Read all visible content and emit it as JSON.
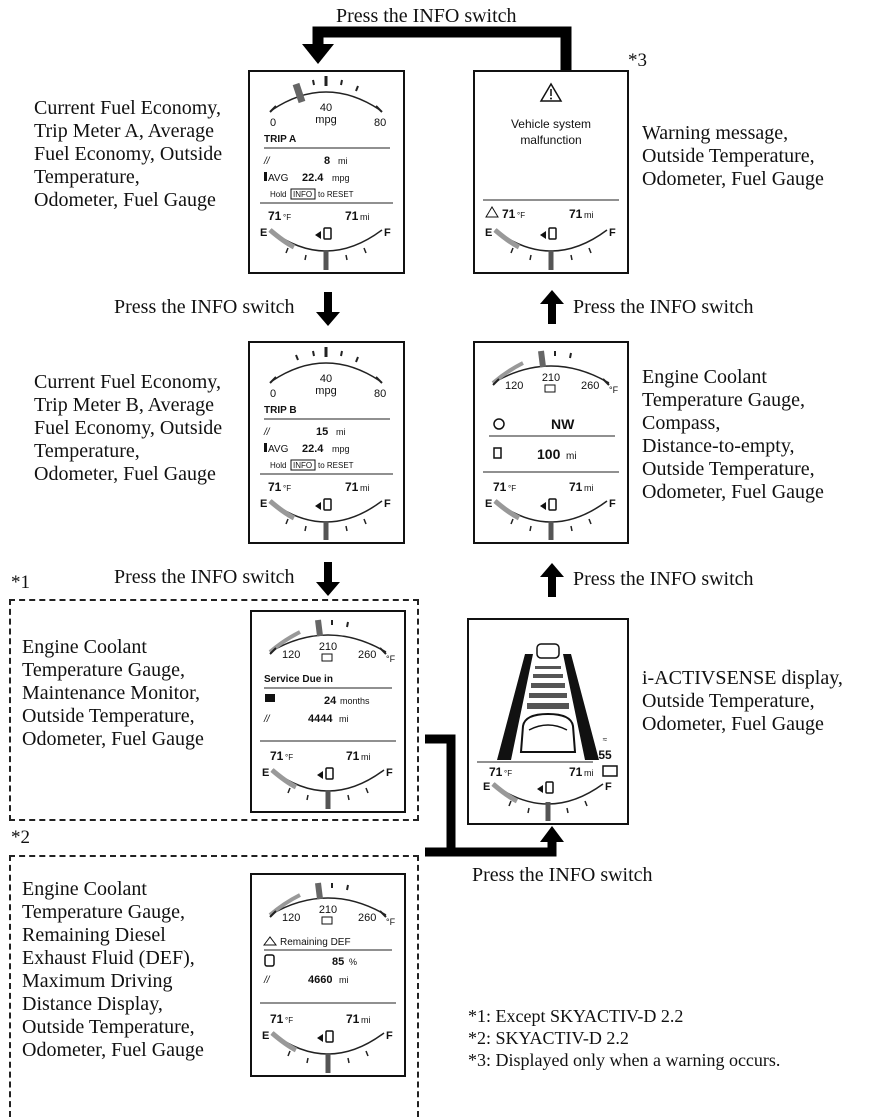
{
  "press_label": "Press the INFO switch",
  "screens": {
    "trip_a": {
      "description": [
        "Current Fuel Economy,",
        "Trip Meter A, Average",
        "Fuel Economy, Outside",
        "Temperature,",
        "Odometer, Fuel Gauge"
      ],
      "gauge": {
        "min": "0",
        "mid": "40",
        "max": "80",
        "unit": "mpg"
      },
      "title": "TRIP A",
      "trip_value": "8",
      "trip_unit": "mi",
      "avg_label": "AVG",
      "avg_value": "22.4",
      "avg_unit": "mpg",
      "reset_hold": "Hold",
      "reset_key": "INFO",
      "reset_to": "to RESET",
      "temp": "71",
      "temp_unit": "°F",
      "odo": "71",
      "odo_unit": "mi",
      "fuel_e": "E",
      "fuel_f": "F"
    },
    "trip_b": {
      "description": [
        "Current Fuel Economy,",
        "Trip Meter B, Average",
        "Fuel Economy, Outside",
        "Temperature,",
        "Odometer, Fuel Gauge"
      ],
      "gauge": {
        "min": "0",
        "mid": "40",
        "max": "80",
        "unit": "mpg"
      },
      "title": "TRIP B",
      "trip_value": "15",
      "trip_unit": "mi",
      "avg_label": "AVG",
      "avg_value": "22.4",
      "avg_unit": "mpg",
      "reset_hold": "Hold",
      "reset_key": "INFO",
      "reset_to": "to RESET",
      "temp": "71",
      "temp_unit": "°F",
      "odo": "71",
      "odo_unit": "mi",
      "fuel_e": "E",
      "fuel_f": "F"
    },
    "maintenance": {
      "note_mark": "*1",
      "description": [
        "Engine Coolant",
        "Temperature Gauge,",
        "Maintenance Monitor,",
        "Outside Temperature,",
        "Odometer, Fuel Gauge"
      ],
      "gauge": {
        "min": "120",
        "mid": "210",
        "max": "260",
        "unit": "°F"
      },
      "title": "Service Due in",
      "row1_value": "24",
      "row1_unit": "months",
      "row2_value": "4444",
      "row2_unit": "mi",
      "temp": "71",
      "temp_unit": "°F",
      "odo": "71",
      "odo_unit": "mi",
      "fuel_e": "E",
      "fuel_f": "F"
    },
    "def": {
      "note_mark": "*2",
      "description": [
        "Engine Coolant",
        "Temperature Gauge,",
        "Remaining Diesel",
        "Exhaust Fluid (DEF),",
        "Maximum Driving",
        "Distance Display,",
        "Outside Temperature,",
        "Odometer, Fuel Gauge"
      ],
      "gauge": {
        "min": "120",
        "mid": "210",
        "max": "260",
        "unit": "°F"
      },
      "title": "Remaining DEF",
      "row1_value": "85",
      "row1_unit": "%",
      "row2_value": "4660",
      "row2_unit": "mi",
      "temp": "71",
      "temp_unit": "°F",
      "odo": "71",
      "odo_unit": "mi",
      "fuel_e": "E",
      "fuel_f": "F"
    },
    "warning": {
      "note_mark": "*3",
      "description": [
        "Warning message,",
        "Outside Temperature,",
        "Odometer, Fuel Gauge"
      ],
      "message_line1": "Vehicle system",
      "message_line2": "malfunction",
      "temp": "71",
      "temp_unit": "°F",
      "odo": "71",
      "odo_unit": "mi",
      "fuel_e": "E",
      "fuel_f": "F"
    },
    "compass": {
      "description": [
        "Engine Coolant",
        "Temperature Gauge,",
        "Compass,",
        "Distance-to-empty,",
        "Outside Temperature,",
        "Odometer, Fuel Gauge"
      ],
      "gauge": {
        "min": "120",
        "mid": "210",
        "max": "260",
        "unit": "°F"
      },
      "direction": "NW",
      "dte_value": "100",
      "dte_unit": "mi",
      "temp": "71",
      "temp_unit": "°F",
      "odo": "71",
      "odo_unit": "mi",
      "fuel_e": "E",
      "fuel_f": "F"
    },
    "activsense": {
      "description": [
        "i-ACTIVSENSE display,",
        "Outside Temperature,",
        "Odometer, Fuel Gauge"
      ],
      "speed": "55",
      "temp": "71",
      "temp_unit": "°F",
      "odo": "71",
      "odo_unit": "mi",
      "fuel_e": "E",
      "fuel_f": "F"
    }
  },
  "footnotes": [
    "*1: Except SKYACTIV-D 2.2",
    "*2: SKYACTIV-D 2.2",
    "*3: Displayed only when a warning occurs."
  ]
}
